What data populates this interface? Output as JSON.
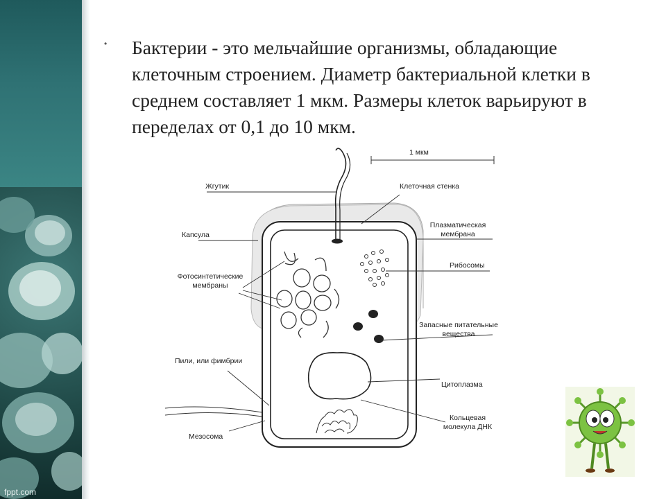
{
  "slide": {
    "bullet_symbol": "•",
    "paragraph": "Бактерии - это мельчайшие организмы, обладающие клеточным строением. Диаметр бактериальной клетки в среднем составляет 1 мкм. Размеры клеток варьируют в переделах от 0,1 до 10 мкм."
  },
  "diagram": {
    "scale_label": "1 мкм",
    "labels": {
      "flagellum": "Жгутик",
      "capsule": "Капсула",
      "photosynthetic_1": "Фотосинтетические",
      "photosynthetic_2": "мембраны",
      "pili": "Пили, или фимбрии",
      "mesosome": "Мезосома",
      "cell_wall": "Клеточная стенка",
      "plasma_1": "Плазматическая",
      "plasma_2": "мембрана",
      "ribosomes": "Рибосомы",
      "reserve_1": "Запасные питательные",
      "reserve_2": "вещества",
      "cytoplasm": "Цитоплазма",
      "dna_1": "Кольцевая",
      "dna_2": "молекула ДНК"
    }
  },
  "footer": {
    "credit": "fppt.com"
  },
  "colors": {
    "panel_teal": "#2f7274",
    "virus_green": "#7cc242"
  }
}
